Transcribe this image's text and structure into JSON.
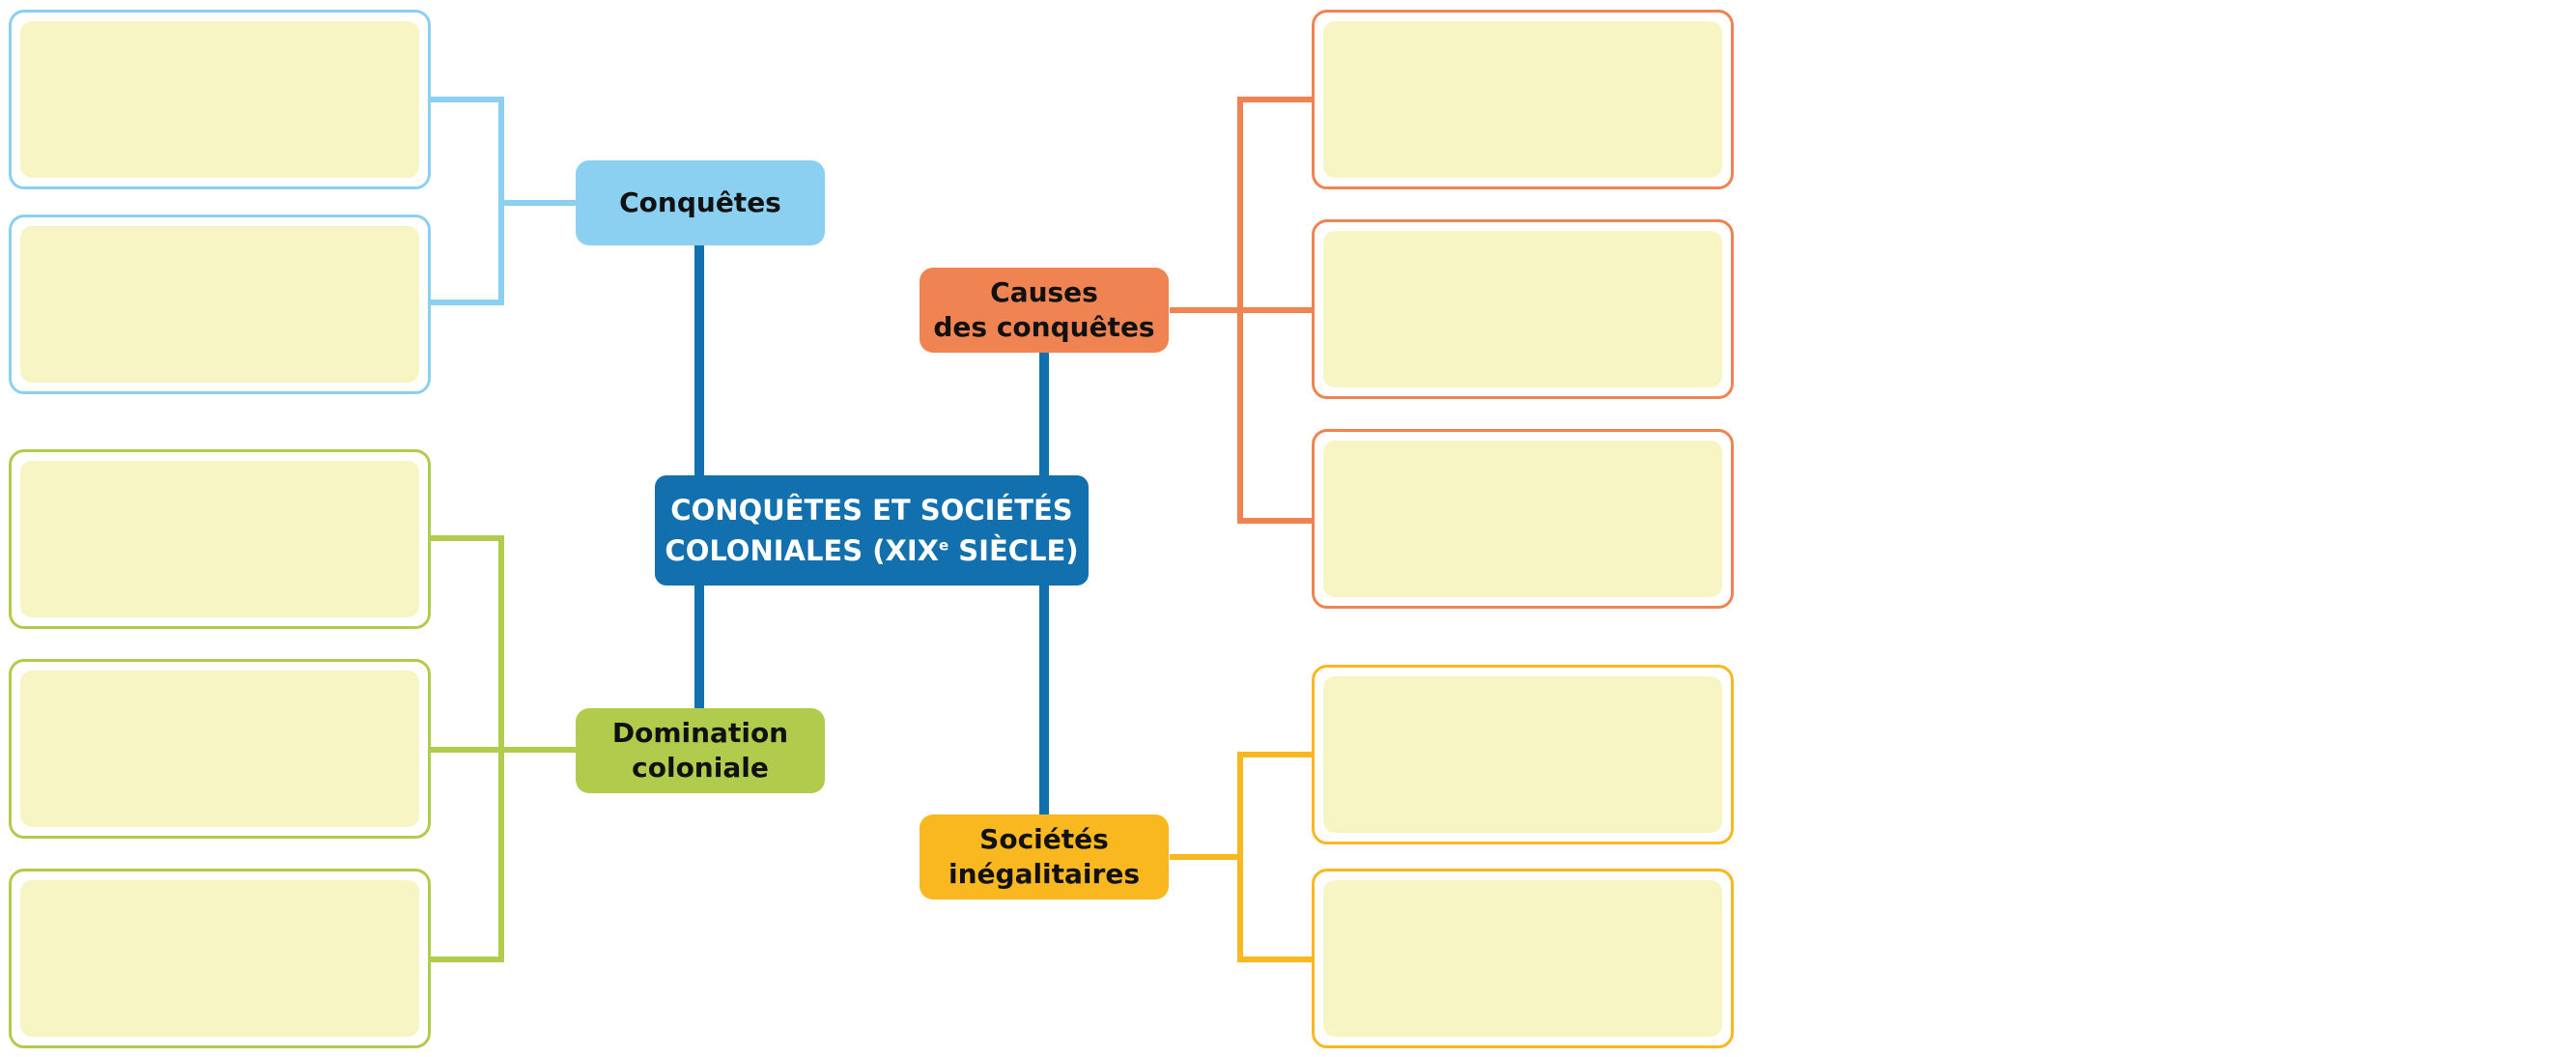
{
  "central": {
    "line1": "CONQUÊTES ET SOCIÉTÉS",
    "line2_pre": "COLONIALES (XIX",
    "line2_sup": "e",
    "line2_post": " SIÈCLE)"
  },
  "categories": [
    {
      "id": "conquetes",
      "label": "Conquêtes",
      "answers": 2
    },
    {
      "id": "domination",
      "label": "Domination\ncoloniale",
      "answers": 3
    },
    {
      "id": "causes",
      "label": "Causes\ndes conquêtes",
      "answers": 3
    },
    {
      "id": "societes",
      "label": "Sociétés\ninégalitaires",
      "answers": 2
    }
  ],
  "colors": {
    "trunk": "#1170ad",
    "central_bg": "#1170ad",
    "conquetes": "#8cd0f1",
    "domination": "#b1cb4d",
    "causes": "#ef8452",
    "societes": "#f9b81f",
    "answer_fill": "#f8f5c4"
  }
}
